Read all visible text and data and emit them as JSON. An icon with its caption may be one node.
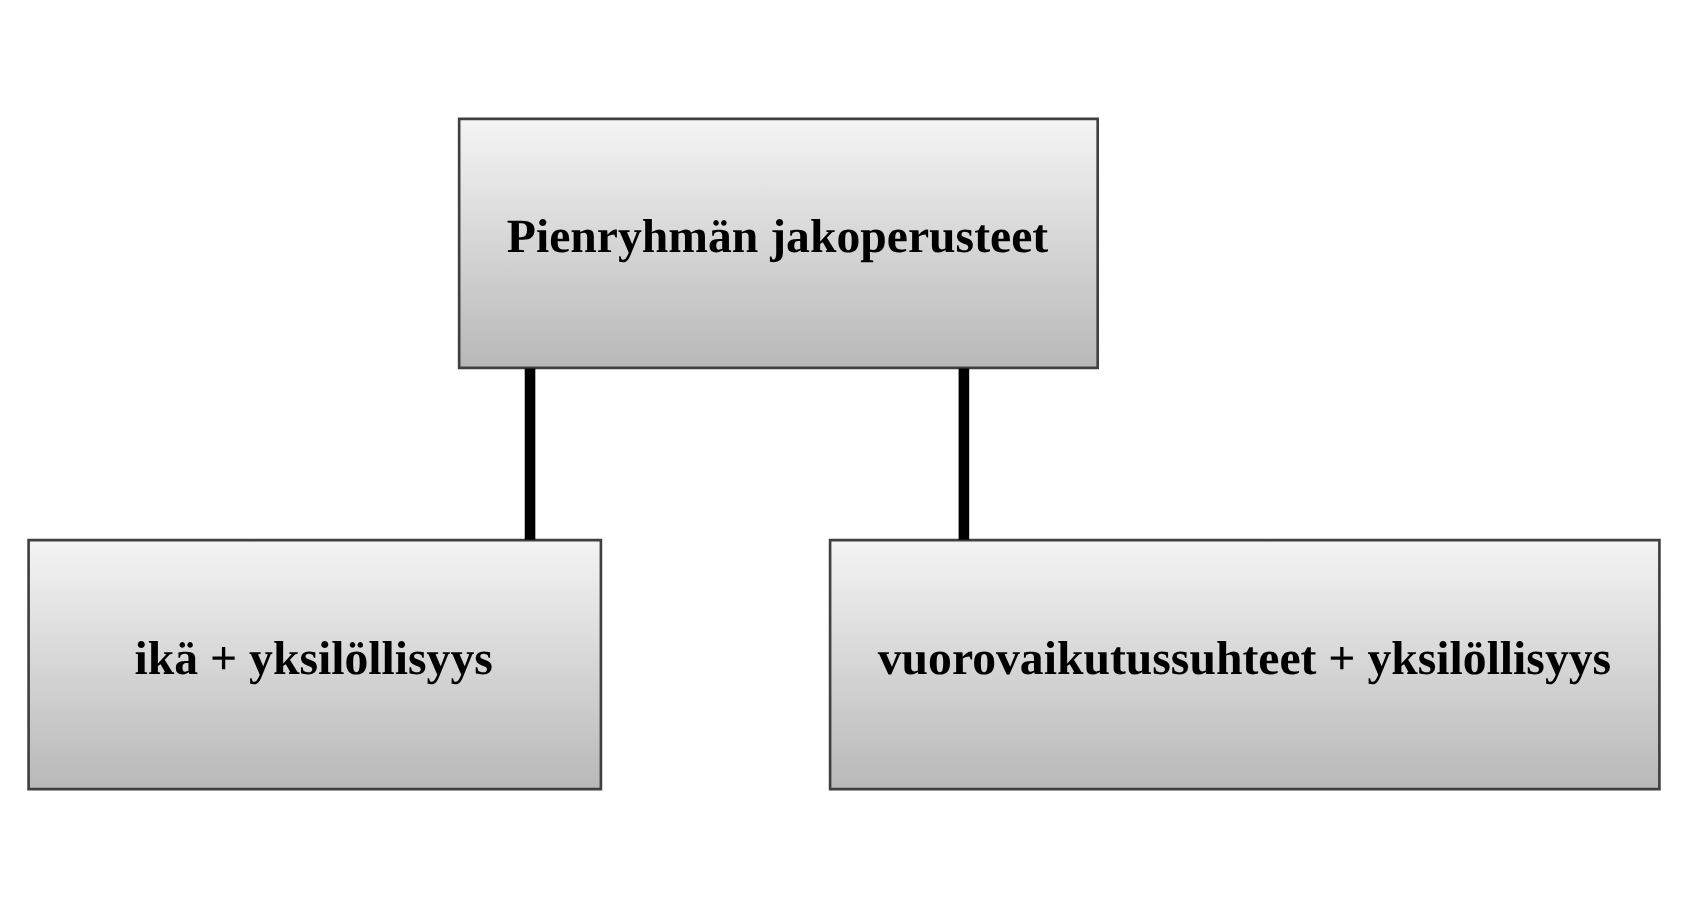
{
  "diagram": {
    "nodes": [
      {
        "text": [
          "Pienryhmän jakoperusteet"
        ]
      },
      {
        "text": [
          "ikä + yksilöllisyys"
        ]
      },
      {
        "text": [
          "vuorovaikutussuhteet + yksilöllisyys"
        ]
      }
    ],
    "edges": [
      {
        "from": 0,
        "to": 1,
        "arrow": "none"
      },
      {
        "from": 0,
        "to": 2,
        "arrow": "none"
      }
    ]
  }
}
